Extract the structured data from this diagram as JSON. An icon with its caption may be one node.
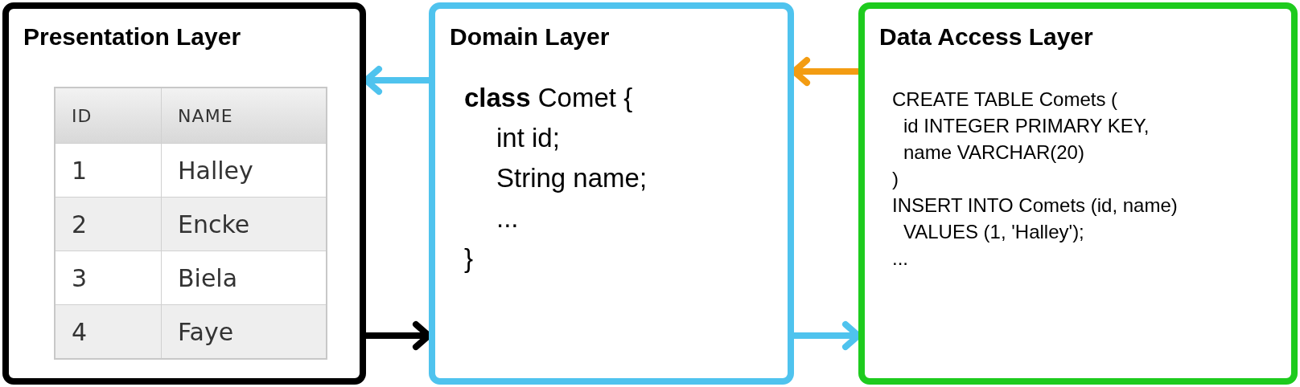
{
  "diagram": {
    "nodes": [
      {
        "text": [
          "Presentation Layer"
        ]
      },
      {
        "text": [
          "Domain Layer",
          "**class** Comet {",
          "int id;",
          "String name;",
          "...",
          "}"
        ]
      },
      {
        "text": [
          "Data Access Layer",
          "CREATE TABLE Comets (",
          "id INTEGER PRIMARY KEY,",
          "name VARCHAR(20)",
          ")",
          "INSERT INTO Comets (id, name)",
          "VALUES (1, 'Halley');",
          "..."
        ]
      }
    ],
    "edges": [
      {
        "from": 1,
        "to": 0,
        "arrow": "to"
      },
      {
        "from": 2,
        "to": 1,
        "arrow": "to",
        "color": "#f39c12"
      },
      {
        "from": 0,
        "to": 1,
        "arrow": "to",
        "color": "#000000"
      },
      {
        "from": 1,
        "to": 2,
        "arrow": "to"
      }
    ],
    "labels": [
      "ID",
      "NAME",
      "1",
      "Halley",
      "2",
      "Encke",
      "3",
      "Biela",
      "4",
      "Faye"
    ]
  }
}
